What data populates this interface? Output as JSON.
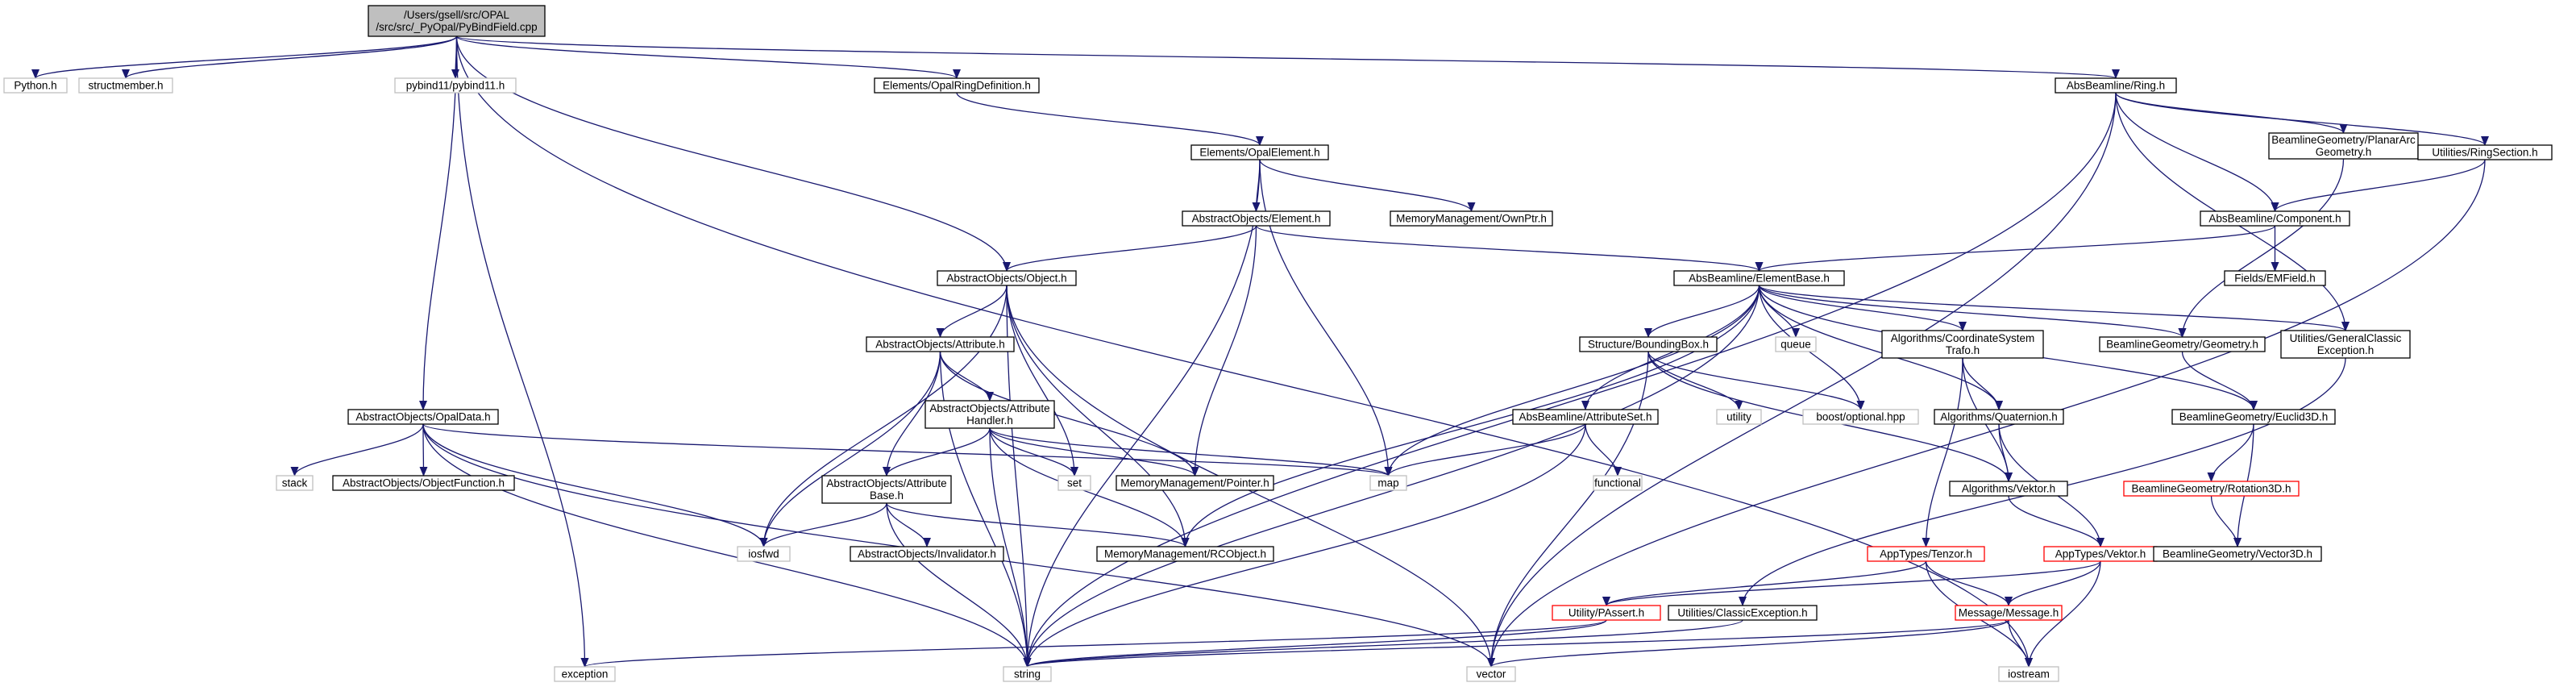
{
  "diagram": {
    "colors": {
      "edge": "#191970",
      "node_border": "#000000",
      "root_fill": "#bfbfbf",
      "truncated_border": "#ff0000",
      "external_border": "#bfbfbf"
    },
    "nodes": [
      {
        "id": "root",
        "lines": [
          "/Users/gsell/src/OPAL",
          "/src/src/_PyOpal/PyBindField.cpp"
        ],
        "kind": "root"
      },
      {
        "id": "python",
        "lines": [
          "Python.h"
        ],
        "kind": "ext"
      },
      {
        "id": "structmember",
        "lines": [
          "structmember.h"
        ],
        "kind": "ext"
      },
      {
        "id": "pybind11",
        "lines": [
          "pybind11/pybind11.h"
        ],
        "kind": "ext"
      },
      {
        "id": "opalringdef",
        "lines": [
          "Elements/OpalRingDefinition.h"
        ],
        "kind": "normal"
      },
      {
        "id": "ring",
        "lines": [
          "AbsBeamline/Ring.h"
        ],
        "kind": "normal"
      },
      {
        "id": "opalelement",
        "lines": [
          "Elements/OpalElement.h"
        ],
        "kind": "normal"
      },
      {
        "id": "planararc",
        "lines": [
          "BeamlineGeometry/PlanarArc",
          "Geometry.h"
        ],
        "kind": "normal"
      },
      {
        "id": "ringsection",
        "lines": [
          "Utilities/RingSection.h"
        ],
        "kind": "normal"
      },
      {
        "id": "element",
        "lines": [
          "AbstractObjects/Element.h"
        ],
        "kind": "normal"
      },
      {
        "id": "ownptr",
        "lines": [
          "MemoryManagement/OwnPtr.h"
        ],
        "kind": "normal"
      },
      {
        "id": "component",
        "lines": [
          "AbsBeamline/Component.h"
        ],
        "kind": "normal"
      },
      {
        "id": "object",
        "lines": [
          "AbstractObjects/Object.h"
        ],
        "kind": "normal"
      },
      {
        "id": "elementbase",
        "lines": [
          "AbsBeamline/ElementBase.h"
        ],
        "kind": "normal"
      },
      {
        "id": "emfield",
        "lines": [
          "Fields/EMField.h"
        ],
        "kind": "normal"
      },
      {
        "id": "attribute",
        "lines": [
          "AbstractObjects/Attribute.h"
        ],
        "kind": "normal"
      },
      {
        "id": "boundingbox",
        "lines": [
          "Structure/BoundingBox.h"
        ],
        "kind": "normal"
      },
      {
        "id": "queue",
        "lines": [
          "queue"
        ],
        "kind": "ext"
      },
      {
        "id": "coordtrafo",
        "lines": [
          "Algorithms/CoordinateSystem",
          "Trafo.h"
        ],
        "kind": "normal"
      },
      {
        "id": "geometry",
        "lines": [
          "BeamlineGeometry/Geometry.h"
        ],
        "kind": "normal"
      },
      {
        "id": "genclassicexc",
        "lines": [
          "Utilities/GeneralClassic",
          "Exception.h"
        ],
        "kind": "normal"
      },
      {
        "id": "attrhandler",
        "lines": [
          "AbstractObjects/Attribute",
          "Handler.h"
        ],
        "kind": "normal"
      },
      {
        "id": "utility",
        "lines": [
          "utility"
        ],
        "kind": "ext"
      },
      {
        "id": "boostoptional",
        "lines": [
          "boost/optional.hpp"
        ],
        "kind": "ext"
      },
      {
        "id": "quaternion",
        "lines": [
          "Algorithms/Quaternion.h"
        ],
        "kind": "normal"
      },
      {
        "id": "euclid3d",
        "lines": [
          "BeamlineGeometry/Euclid3D.h"
        ],
        "kind": "normal"
      },
      {
        "id": "opaldata",
        "lines": [
          "AbstractObjects/OpalData.h"
        ],
        "kind": "normal"
      },
      {
        "id": "attributeset",
        "lines": [
          "AbsBeamline/AttributeSet.h"
        ],
        "kind": "normal"
      },
      {
        "id": "stack",
        "lines": [
          "stack"
        ],
        "kind": "ext"
      },
      {
        "id": "objectfunction",
        "lines": [
          "AbstractObjects/ObjectFunction.h"
        ],
        "kind": "normal"
      },
      {
        "id": "attrbase",
        "lines": [
          "AbstractObjects/Attribute",
          "Base.h"
        ],
        "kind": "normal"
      },
      {
        "id": "set",
        "lines": [
          "set"
        ],
        "kind": "ext"
      },
      {
        "id": "pointer",
        "lines": [
          "MemoryManagement/Pointer.h"
        ],
        "kind": "normal"
      },
      {
        "id": "map",
        "lines": [
          "map"
        ],
        "kind": "ext"
      },
      {
        "id": "functional",
        "lines": [
          "functional"
        ],
        "kind": "ext"
      },
      {
        "id": "vektor",
        "lines": [
          "Algorithms/Vektor.h"
        ],
        "kind": "normal"
      },
      {
        "id": "rotation3d",
        "lines": [
          "BeamlineGeometry/Rotation3D.h"
        ],
        "kind": "trunc"
      },
      {
        "id": "iosfwd",
        "lines": [
          "iosfwd"
        ],
        "kind": "ext"
      },
      {
        "id": "invalidator",
        "lines": [
          "AbstractObjects/Invalidator.h"
        ],
        "kind": "normal"
      },
      {
        "id": "rcobject",
        "lines": [
          "MemoryManagement/RCObject.h"
        ],
        "kind": "normal"
      },
      {
        "id": "tenzor",
        "lines": [
          "AppTypes/Tenzor.h"
        ],
        "kind": "trunc"
      },
      {
        "id": "apptvektor",
        "lines": [
          "AppTypes/Vektor.h"
        ],
        "kind": "trunc"
      },
      {
        "id": "vector3d",
        "lines": [
          "BeamlineGeometry/Vector3D.h"
        ],
        "kind": "normal"
      },
      {
        "id": "passert",
        "lines": [
          "Utility/PAssert.h"
        ],
        "kind": "trunc"
      },
      {
        "id": "classicexc",
        "lines": [
          "Utilities/ClassicException.h"
        ],
        "kind": "normal"
      },
      {
        "id": "message",
        "lines": [
          "Message/Message.h"
        ],
        "kind": "trunc"
      },
      {
        "id": "exception",
        "lines": [
          "exception"
        ],
        "kind": "ext"
      },
      {
        "id": "string",
        "lines": [
          "string"
        ],
        "kind": "ext"
      },
      {
        "id": "vector",
        "lines": [
          "vector"
        ],
        "kind": "ext"
      },
      {
        "id": "iostream",
        "lines": [
          "iostream"
        ],
        "kind": "ext"
      }
    ],
    "edges": [
      [
        "root",
        "python"
      ],
      [
        "root",
        "structmember"
      ],
      [
        "root",
        "pybind11"
      ],
      [
        "root",
        "opalringdef"
      ],
      [
        "root",
        "ring"
      ],
      [
        "root",
        "object"
      ],
      [
        "root",
        "opaldata"
      ],
      [
        "root",
        "exception"
      ],
      [
        "root",
        "iostream"
      ],
      [
        "opalringdef",
        "opalelement"
      ],
      [
        "opalelement",
        "element"
      ],
      [
        "opalelement",
        "ownptr"
      ],
      [
        "opalelement",
        "map"
      ],
      [
        "opalelement",
        "string"
      ],
      [
        "ring",
        "planararc"
      ],
      [
        "ring",
        "ringsection"
      ],
      [
        "ring",
        "component"
      ],
      [
        "ring",
        "vector"
      ],
      [
        "ring",
        "string"
      ],
      [
        "ring",
        "genclassicexc"
      ],
      [
        "ringsection",
        "component"
      ],
      [
        "ringsection",
        "vector"
      ],
      [
        "planararc",
        "geometry"
      ],
      [
        "component",
        "emfield"
      ],
      [
        "component",
        "elementbase"
      ],
      [
        "element",
        "object"
      ],
      [
        "element",
        "elementbase"
      ],
      [
        "element",
        "pointer"
      ],
      [
        "object",
        "attribute"
      ],
      [
        "object",
        "set"
      ],
      [
        "object",
        "iosfwd"
      ],
      [
        "object",
        "rcobject"
      ],
      [
        "object",
        "string"
      ],
      [
        "object",
        "vector"
      ],
      [
        "elementbase",
        "boundingbox"
      ],
      [
        "elementbase",
        "queue"
      ],
      [
        "elementbase",
        "coordtrafo"
      ],
      [
        "elementbase",
        "geometry"
      ],
      [
        "elementbase",
        "genclassicexc"
      ],
      [
        "elementbase",
        "attributeset"
      ],
      [
        "elementbase",
        "map"
      ],
      [
        "elementbase",
        "rcobject"
      ],
      [
        "elementbase",
        "string"
      ],
      [
        "elementbase",
        "boostoptional"
      ],
      [
        "elementbase",
        "quaternion"
      ],
      [
        "elementbase",
        "euclid3d"
      ],
      [
        "attribute",
        "attrhandler"
      ],
      [
        "attribute",
        "attrbase"
      ],
      [
        "attribute",
        "iosfwd"
      ],
      [
        "attribute",
        "pointer"
      ],
      [
        "attribute",
        "string"
      ],
      [
        "attrhandler",
        "attrbase"
      ],
      [
        "attrhandler",
        "set"
      ],
      [
        "attrhandler",
        "map"
      ],
      [
        "attrhandler",
        "pointer"
      ],
      [
        "attrhandler",
        "rcobject"
      ],
      [
        "attrhandler",
        "string"
      ],
      [
        "attrbase",
        "invalidator"
      ],
      [
        "attrbase",
        "rcobject"
      ],
      [
        "attrbase",
        "iosfwd"
      ],
      [
        "attrbase",
        "string"
      ],
      [
        "boundingbox",
        "utility"
      ],
      [
        "boundingbox",
        "boostoptional"
      ],
      [
        "boundingbox",
        "vektor"
      ],
      [
        "boundingbox",
        "vector"
      ],
      [
        "coordtrafo",
        "quaternion"
      ],
      [
        "coordtrafo",
        "vektor"
      ],
      [
        "coordtrafo",
        "tenzor"
      ],
      [
        "quaternion",
        "vektor"
      ],
      [
        "quaternion",
        "apptvektor"
      ],
      [
        "vektor",
        "apptvektor"
      ],
      [
        "geometry",
        "euclid3d"
      ],
      [
        "euclid3d",
        "rotation3d"
      ],
      [
        "euclid3d",
        "vector3d"
      ],
      [
        "rotation3d",
        "vector3d"
      ],
      [
        "genclassicexc",
        "classicexc"
      ],
      [
        "opaldata",
        "stack"
      ],
      [
        "opaldata",
        "objectfunction"
      ],
      [
        "opaldata",
        "map"
      ],
      [
        "opaldata",
        "iosfwd"
      ],
      [
        "opaldata",
        "string"
      ],
      [
        "opaldata",
        "vector"
      ],
      [
        "attributeset",
        "map"
      ],
      [
        "attributeset",
        "functional"
      ],
      [
        "attributeset",
        "string"
      ],
      [
        "tenzor",
        "passert"
      ],
      [
        "tenzor",
        "message"
      ],
      [
        "tenzor",
        "iostream"
      ],
      [
        "apptvektor",
        "passert"
      ],
      [
        "apptvektor",
        "message"
      ],
      [
        "apptvektor",
        "iostream"
      ],
      [
        "passert",
        "exception"
      ],
      [
        "passert",
        "string"
      ],
      [
        "classicexc",
        "string"
      ],
      [
        "message",
        "string"
      ],
      [
        "message",
        "vector"
      ],
      [
        "message",
        "iostream"
      ]
    ]
  }
}
